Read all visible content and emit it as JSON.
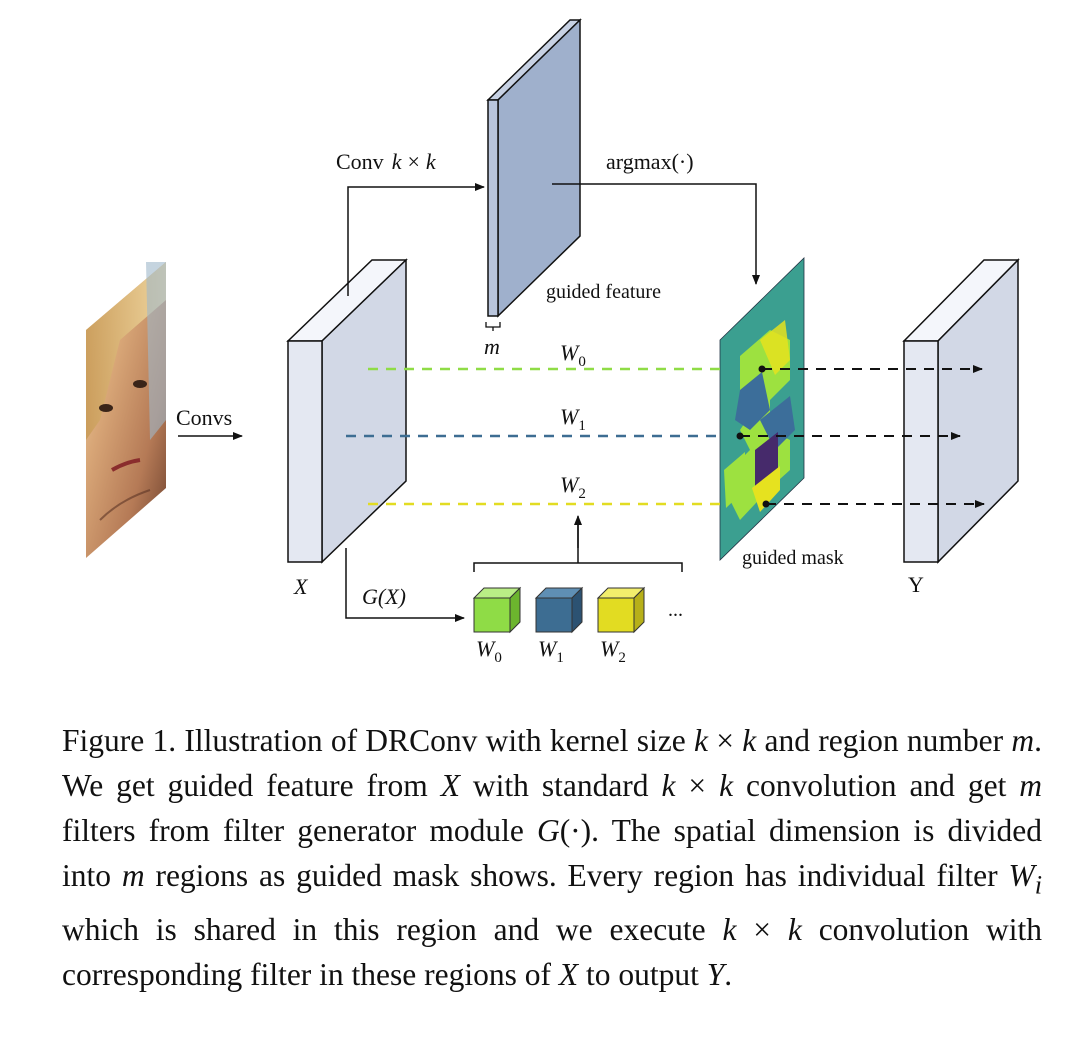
{
  "figure": {
    "labels": {
      "conv_kxk_prefix": "Conv",
      "k": "k",
      "times": "×",
      "argmax": "argmax(·)",
      "guided_feature": "guided feature",
      "m": "m",
      "convs": "Convs",
      "x": "X",
      "g_of_x": "G(X)",
      "guided_mask": "guided mask",
      "y": "Y",
      "w": "W",
      "sub0": "0",
      "sub1": "1",
      "sub2": "2",
      "ellipsis": "..."
    },
    "colors": {
      "layer_front": "#dfe4f0",
      "layer_side": "#c5cde0",
      "guided_feature": "#9fb0cc",
      "mask_bg": "#3b9f90",
      "mask_green": "#9de140",
      "mask_blue": "#3c6e9a",
      "mask_purple": "#462a6b",
      "mask_yellow": "#e6e21f",
      "w0": "#8fdc46",
      "w1": "#3d6d92",
      "w2": "#e2dc22"
    }
  },
  "caption": {
    "p1": "Figure 1. Illustration of DRConv with kernel size ",
    "k1": "k",
    "x1": " × ",
    "k2": "k",
    "p2": " and region number ",
    "m1": "m",
    "p3": ". We get guided feature from ",
    "X1": "X",
    "p4": " with standard ",
    "k3": "k",
    "x2": " × ",
    "k4": "k",
    "p5": " convolution and get ",
    "m2": "m",
    "p6": " filters from filter generator module ",
    "G": "G",
    "p7": "(·). The spatial dimension is divided into ",
    "m3": "m",
    "p8": " regions as guided mask shows. Every region has individual filter ",
    "W": "W",
    "i": "i",
    "p9": " which is shared in this region and we execute ",
    "k5": "k",
    "x3": " × ",
    "k6": "k",
    "p10": " convolution with corresponding filter in these regions of ",
    "X2": "X",
    "p11": " to output ",
    "Y": "Y",
    "p12": "."
  }
}
